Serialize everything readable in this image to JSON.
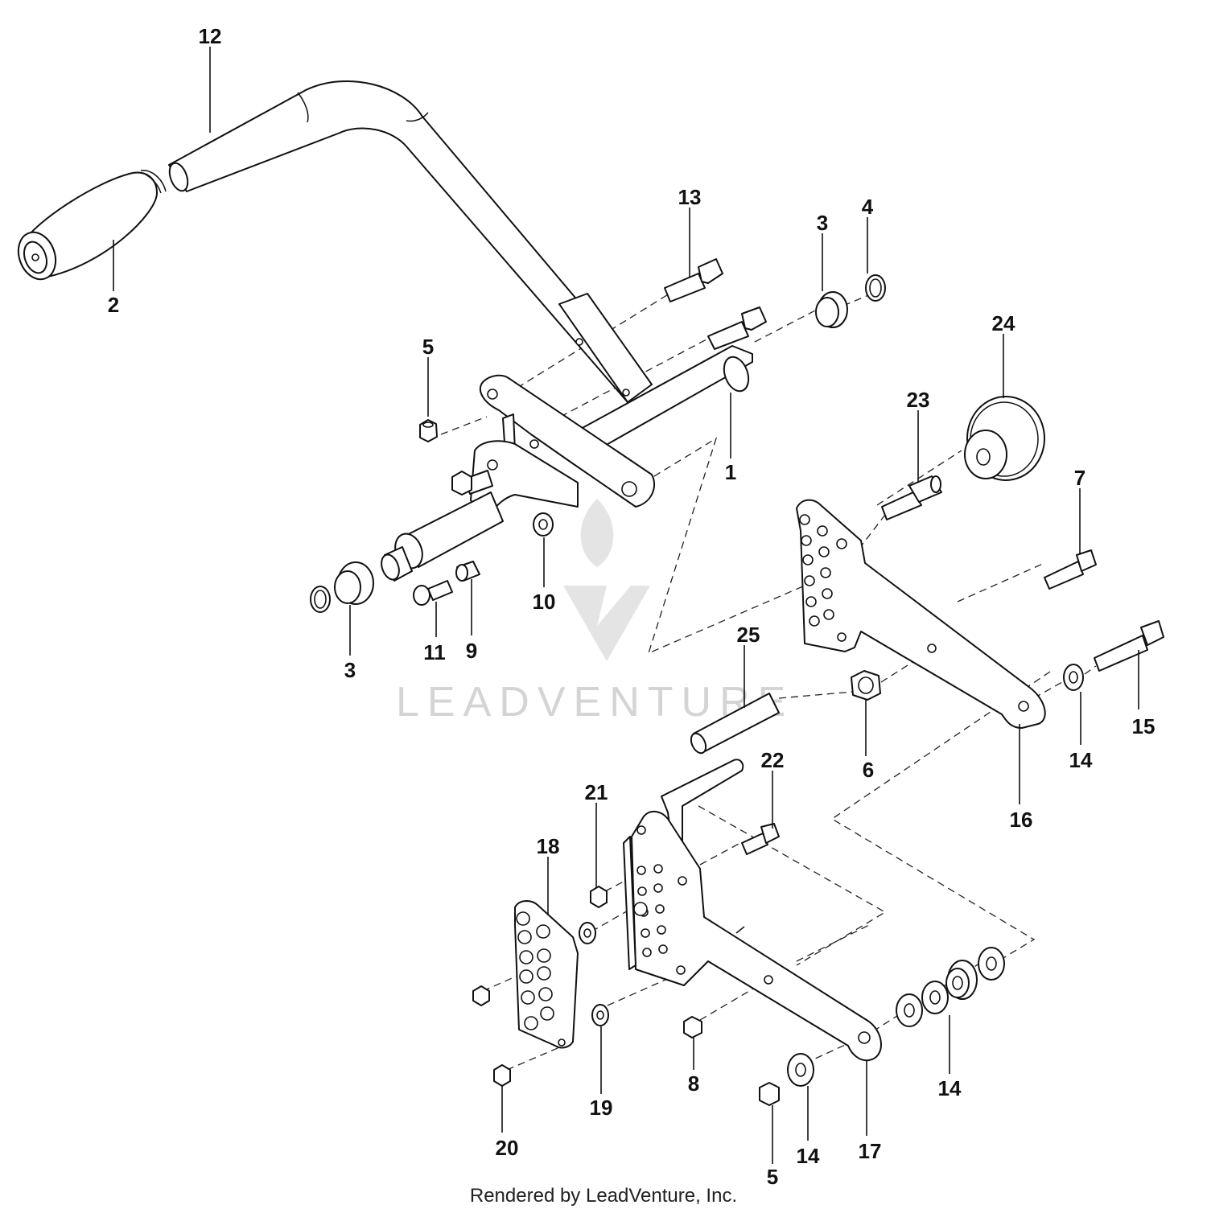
{
  "diagram": {
    "callouts": [
      {
        "id": "c12",
        "label": "12"
      },
      {
        "id": "c2",
        "label": "2"
      },
      {
        "id": "c13",
        "label": "13"
      },
      {
        "id": "c3a",
        "label": "3"
      },
      {
        "id": "c4",
        "label": "4"
      },
      {
        "id": "c5a",
        "label": "5"
      },
      {
        "id": "c24",
        "label": "24"
      },
      {
        "id": "c23",
        "label": "23"
      },
      {
        "id": "c1",
        "label": "1"
      },
      {
        "id": "c7",
        "label": "7"
      },
      {
        "id": "c10",
        "label": "10"
      },
      {
        "id": "c25",
        "label": "25"
      },
      {
        "id": "c3b",
        "label": "3"
      },
      {
        "id": "c11",
        "label": "11"
      },
      {
        "id": "c9",
        "label": "9"
      },
      {
        "id": "c15",
        "label": "15"
      },
      {
        "id": "c6",
        "label": "6"
      },
      {
        "id": "c14a",
        "label": "14"
      },
      {
        "id": "c22",
        "label": "22"
      },
      {
        "id": "c16",
        "label": "16"
      },
      {
        "id": "c21",
        "label": "21"
      },
      {
        "id": "c18",
        "label": "18"
      },
      {
        "id": "c14b",
        "label": "14"
      },
      {
        "id": "c8",
        "label": "8"
      },
      {
        "id": "c19",
        "label": "19"
      },
      {
        "id": "c20",
        "label": "20"
      },
      {
        "id": "c17",
        "label": "17"
      },
      {
        "id": "c14c",
        "label": "14"
      },
      {
        "id": "c5b",
        "label": "5"
      }
    ],
    "watermark": "LEADVENTURE",
    "footer": "Rendered by LeadVenture, Inc."
  }
}
